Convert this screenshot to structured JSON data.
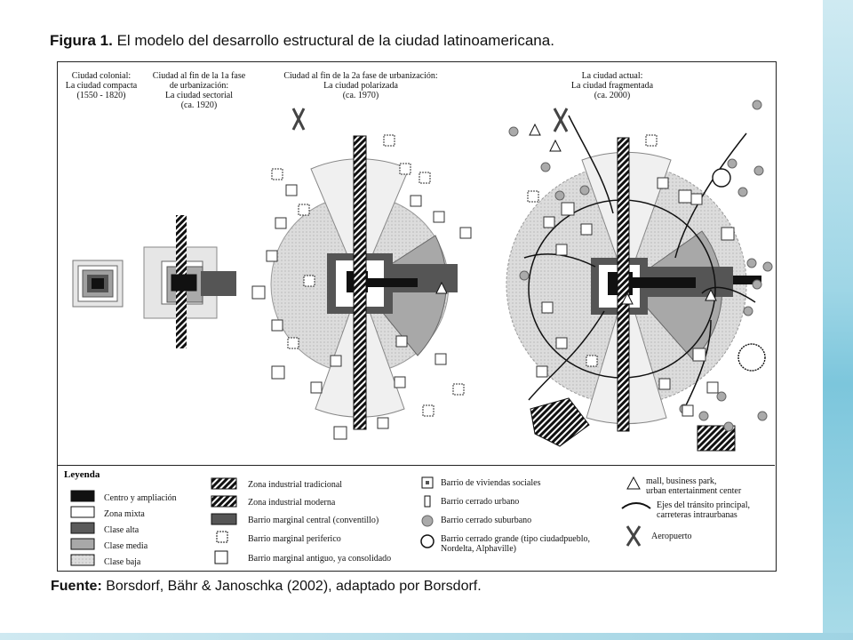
{
  "figure": {
    "label": "Figura 1.",
    "title": "El modelo del desarrollo estructural de la ciudad latinoamericana."
  },
  "stages": [
    {
      "lines": [
        "Ciudad colonial:",
        "La ciudad compacta",
        "(1550 - 1820)"
      ]
    },
    {
      "lines": [
        "Ciudad al fin de la 1a fase",
        "de urbanización:",
        "La ciudad sectorial",
        "(ca. 1920)"
      ]
    },
    {
      "lines": [
        "Ciudad al fin de la 2a fase de urbanización:",
        "La ciudad polarizada",
        "(ca. 1970)"
      ]
    },
    {
      "lines": [
        "La ciudad actual:",
        "La ciudad fragmentada",
        "(ca. 2000)"
      ]
    }
  ],
  "legend": {
    "title": "Leyenda",
    "col1": [
      "Centro y ampliación",
      "Zona mixta",
      "Clase alta",
      "Clase media",
      "Clase baja"
    ],
    "col2": [
      "Zona industrial tradicional",
      "Zona industrial moderna",
      "Barrio marginal central (conventillo)",
      "Barrio marginal periferico",
      "Barrio marginal antiguo, ya consolidado"
    ],
    "col3": [
      "Barrio de viviendas sociales",
      "Barrio cerrado urbano",
      "Barrio cerrado suburbano",
      "Barrio cerrado grande (tipo ciudadpueblo,",
      "Nordelta, Alphaville)"
    ],
    "col4": [
      "mall, business park,",
      "urban entertainment center",
      "Ejes del tránsito principal,",
      "carreteras intraurbanas",
      "Aeropuerto"
    ]
  },
  "source": {
    "label": "Fuente:",
    "text": "Borsdorf, Bähr & Janoschka (2002), adaptado por Borsdorf."
  },
  "colors": {
    "centro": "#111111",
    "zona_mixta": "#ffffff",
    "clase_alta": "#5a5a5a",
    "clase_media": "#a8a8a8",
    "clase_baja": "#dcdcdc",
    "accent_band": "#9fd6e6"
  }
}
